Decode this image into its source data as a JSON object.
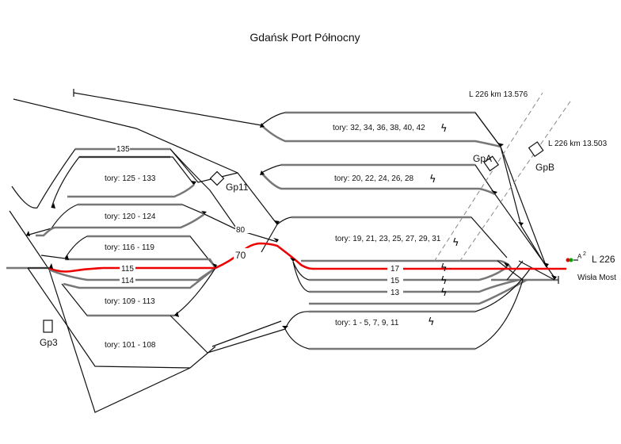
{
  "title": "Gdańsk Port Północny",
  "line_labels": {
    "km_a": "L 226 km  13.576",
    "km_b": "L 226 km  13.503",
    "line": "L 226",
    "destination": "Wisła Most",
    "signal": "A",
    "signal_sup": "2"
  },
  "posts": {
    "gpa": "GpA",
    "gpb": "GpB",
    "gp11": "Gp11",
    "gp3": "Gp3"
  },
  "track_groups": {
    "t32_42": "tory: 32, 34, 36, 38, 40, 42",
    "t20_28": "tory: 20, 22, 24, 26, 28",
    "t19_31": "tory: 19, 21, 23, 25, 27, 29, 31",
    "t1_11": "tory: 1 - 5, 7, 9, 11",
    "t125_133": "tory: 125 - 133",
    "t120_124": "tory: 120 - 124",
    "t116_119": "tory: 116 - 119",
    "t109_113": "tory: 109 - 113",
    "t101_108": "tory: 101 - 108"
  },
  "track_numbers": {
    "n135": "135",
    "n115": "115",
    "n114": "114",
    "n80": "80",
    "n70": "70",
    "n17": "17",
    "n15": "15",
    "n13": "13"
  },
  "icons": {
    "electrified": "lightning-icon"
  },
  "colors": {
    "route_highlight": "#ee0000",
    "track": "#777777",
    "line": "#111111"
  }
}
